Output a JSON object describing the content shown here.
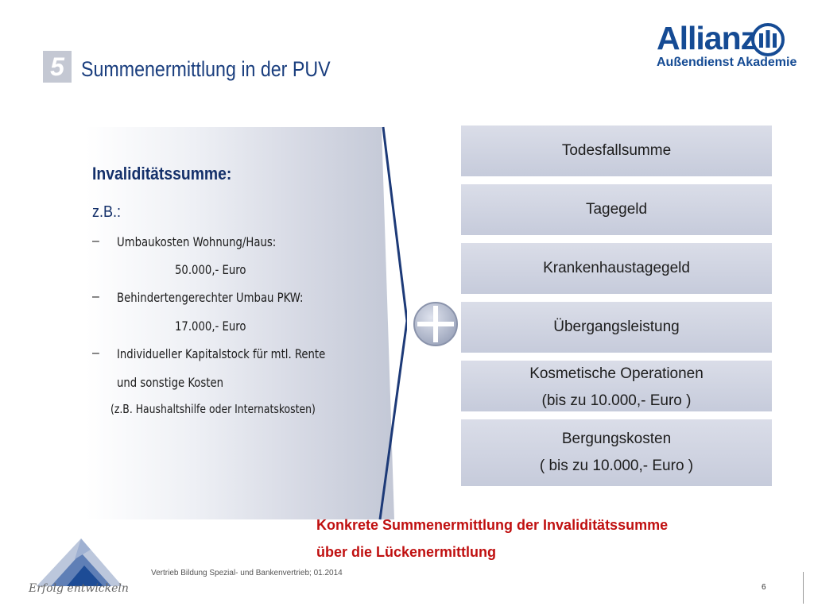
{
  "header": {
    "slide_number": "5",
    "title": "Summenermittlung in der PUV"
  },
  "logo": {
    "brand": "Allianz",
    "subtitle": "Außendienst Akademie"
  },
  "left_panel": {
    "heading": "Invaliditätssumme:",
    "zb_label": "z.B.:",
    "items": [
      {
        "text": "Umbaukosten Wohnung/Haus:",
        "amount": "50.000,- Euro"
      },
      {
        "text": "Behindertengerechter Umbau PKW:",
        "amount": "17.000,- Euro"
      },
      {
        "text": "Individueller Kapitalstock für mtl. Rente",
        "line2": "und sonstige Kosten",
        "note": "(z.B. Haushaltshilfe oder Internatskosten)"
      }
    ]
  },
  "right_boxes": [
    {
      "line1": "Todesfallsumme"
    },
    {
      "line1": "Tagegeld"
    },
    {
      "line1": "Krankenhaustagegeld"
    },
    {
      "line1": "Übergangsleistung"
    },
    {
      "line1": "Kosmetische Operationen",
      "line2": "(bis zu 10.000,- Euro )"
    },
    {
      "line1": "Bergungskosten",
      "line2": "( bis zu 10.000,- Euro )"
    }
  ],
  "footer": {
    "summary_line1": "Konkrete Summenermittlung der Invaliditätssumme",
    "summary_line2": "über die Lückenermittlung",
    "credit": "Vertrieb Bildung Spezial- und Bankenvertrieb; 01.2014",
    "page_number": "6",
    "signature": "Erfolg entwickeln"
  },
  "colors": {
    "title": "#1a3e7e",
    "brand": "#154b94",
    "box": "#d2d6e3",
    "summary": "#c01010"
  }
}
